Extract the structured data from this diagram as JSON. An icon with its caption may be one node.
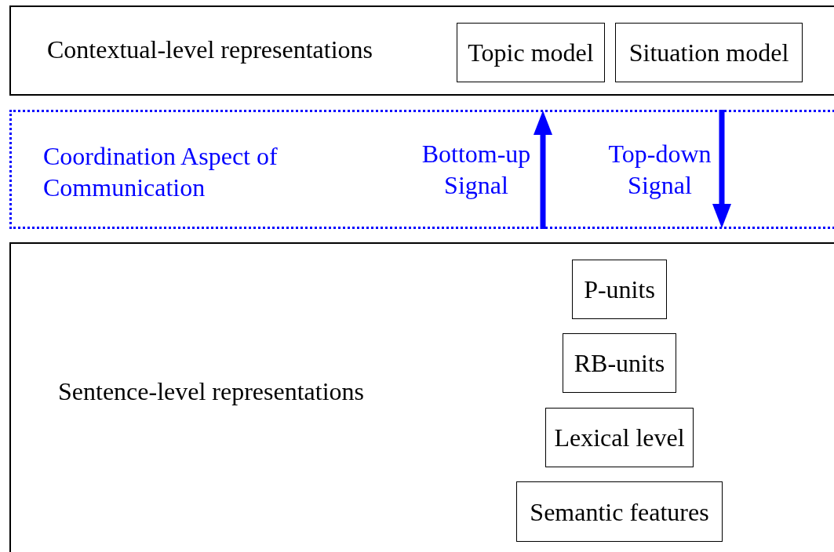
{
  "diagram": {
    "nodes": [
      {
        "text": [
          "Contextual-level representations"
        ]
      },
      {
        "text": [
          "Topic model"
        ],
        "in": 0
      },
      {
        "text": [
          "Situation model"
        ],
        "in": 0
      },
      {
        "text": [
          "Coordination Aspect of Communication",
          "Bottom-up Signal",
          "Top-down Signal"
        ]
      },
      {
        "text": [
          "Sentence-level representations"
        ]
      },
      {
        "text": [
          "P-units"
        ],
        "in": 4
      },
      {
        "text": [
          "RB-units"
        ],
        "in": 4
      },
      {
        "text": [
          "Lexical level"
        ],
        "in": 4
      },
      {
        "text": [
          "Semantic features"
        ],
        "in": 4
      }
    ]
  }
}
